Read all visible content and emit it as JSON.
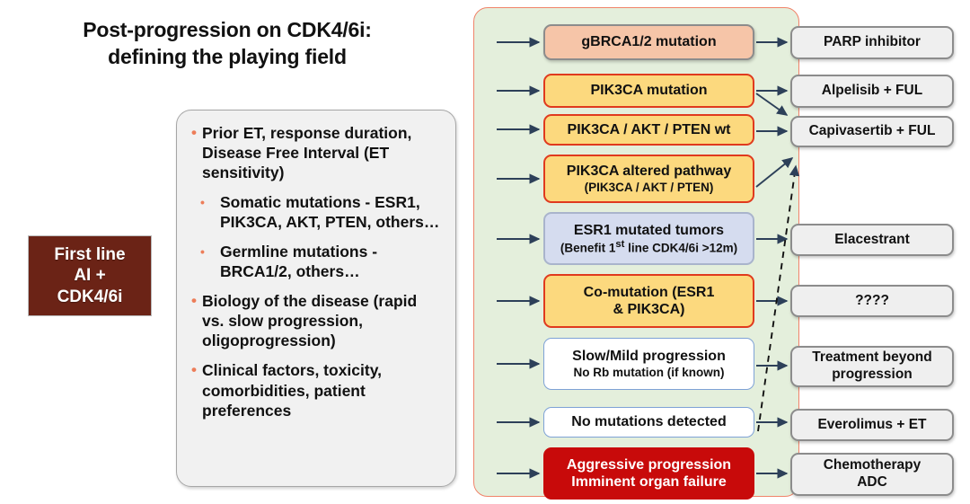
{
  "title": {
    "line1": "Post-progression on CDK4/6i:",
    "line2": "defining the playing field"
  },
  "first_line_box": {
    "line1": "First line",
    "line2": "AI +",
    "line3": "CDK4/6i",
    "color": "#6B2316"
  },
  "considerations": {
    "bullets": [
      {
        "text": "Prior ET, response duration, Disease Free Interval (ET sensitivity)",
        "indented": false
      },
      {
        "text": "Somatic mutations - ESR1, PIK3CA, AKT, PTEN, others…",
        "indented": true
      },
      {
        "text": "Germline mutations - BRCA1/2, others…",
        "indented": true
      },
      {
        "text": "Biology of the disease (rapid vs. slow progression, oligoprogression)",
        "indented": false
      },
      {
        "text": "Clinical factors, toxicity, comorbidities, patient preferences",
        "indented": false
      }
    ],
    "bullet_color": "#ED7D59"
  },
  "flow_panel": {
    "fill": "#E4EFDC",
    "border": "#F0836A",
    "conditions": [
      {
        "main": "gBRCA1/2 mutation",
        "sub": "",
        "style": "peach"
      },
      {
        "main": "PIK3CA mutation",
        "sub": "",
        "style": "yellow"
      },
      {
        "main": "PIK3CA / AKT / PTEN wt",
        "sub": "",
        "style": "yellow"
      },
      {
        "main": "PIK3CA altered pathway",
        "sub": "(PIK3CA / AKT / PTEN)",
        "style": "yellow"
      },
      {
        "main": "ESR1 mutated tumors",
        "sub": "(Benefit 1st line CDK4/6i >12m)",
        "style": "blue-fill"
      },
      {
        "main": "Co-mutation (ESR1",
        "sub": "& PIK3CA)",
        "style": "yellow"
      },
      {
        "main": "Slow/Mild progression",
        "sub": "No Rb mutation (if known)",
        "style": "white"
      },
      {
        "main": "No mutations detected",
        "sub": "",
        "style": "white"
      },
      {
        "main": "Aggressive progression",
        "sub": "Imminent organ failure",
        "style": "red"
      }
    ],
    "treatments": [
      {
        "main": "PARP inhibitor",
        "sub": ""
      },
      {
        "main": "Alpelisib + FUL",
        "sub": ""
      },
      {
        "main": "Capivasertib + FUL",
        "sub": ""
      },
      {
        "main": "Elacestrant",
        "sub": ""
      },
      {
        "main": "????",
        "sub": ""
      },
      {
        "main": "Treatment beyond",
        "sub": "progression"
      },
      {
        "main": "Everolimus + ET",
        "sub": ""
      },
      {
        "main": "Chemotherapy",
        "sub": "ADC"
      }
    ]
  }
}
